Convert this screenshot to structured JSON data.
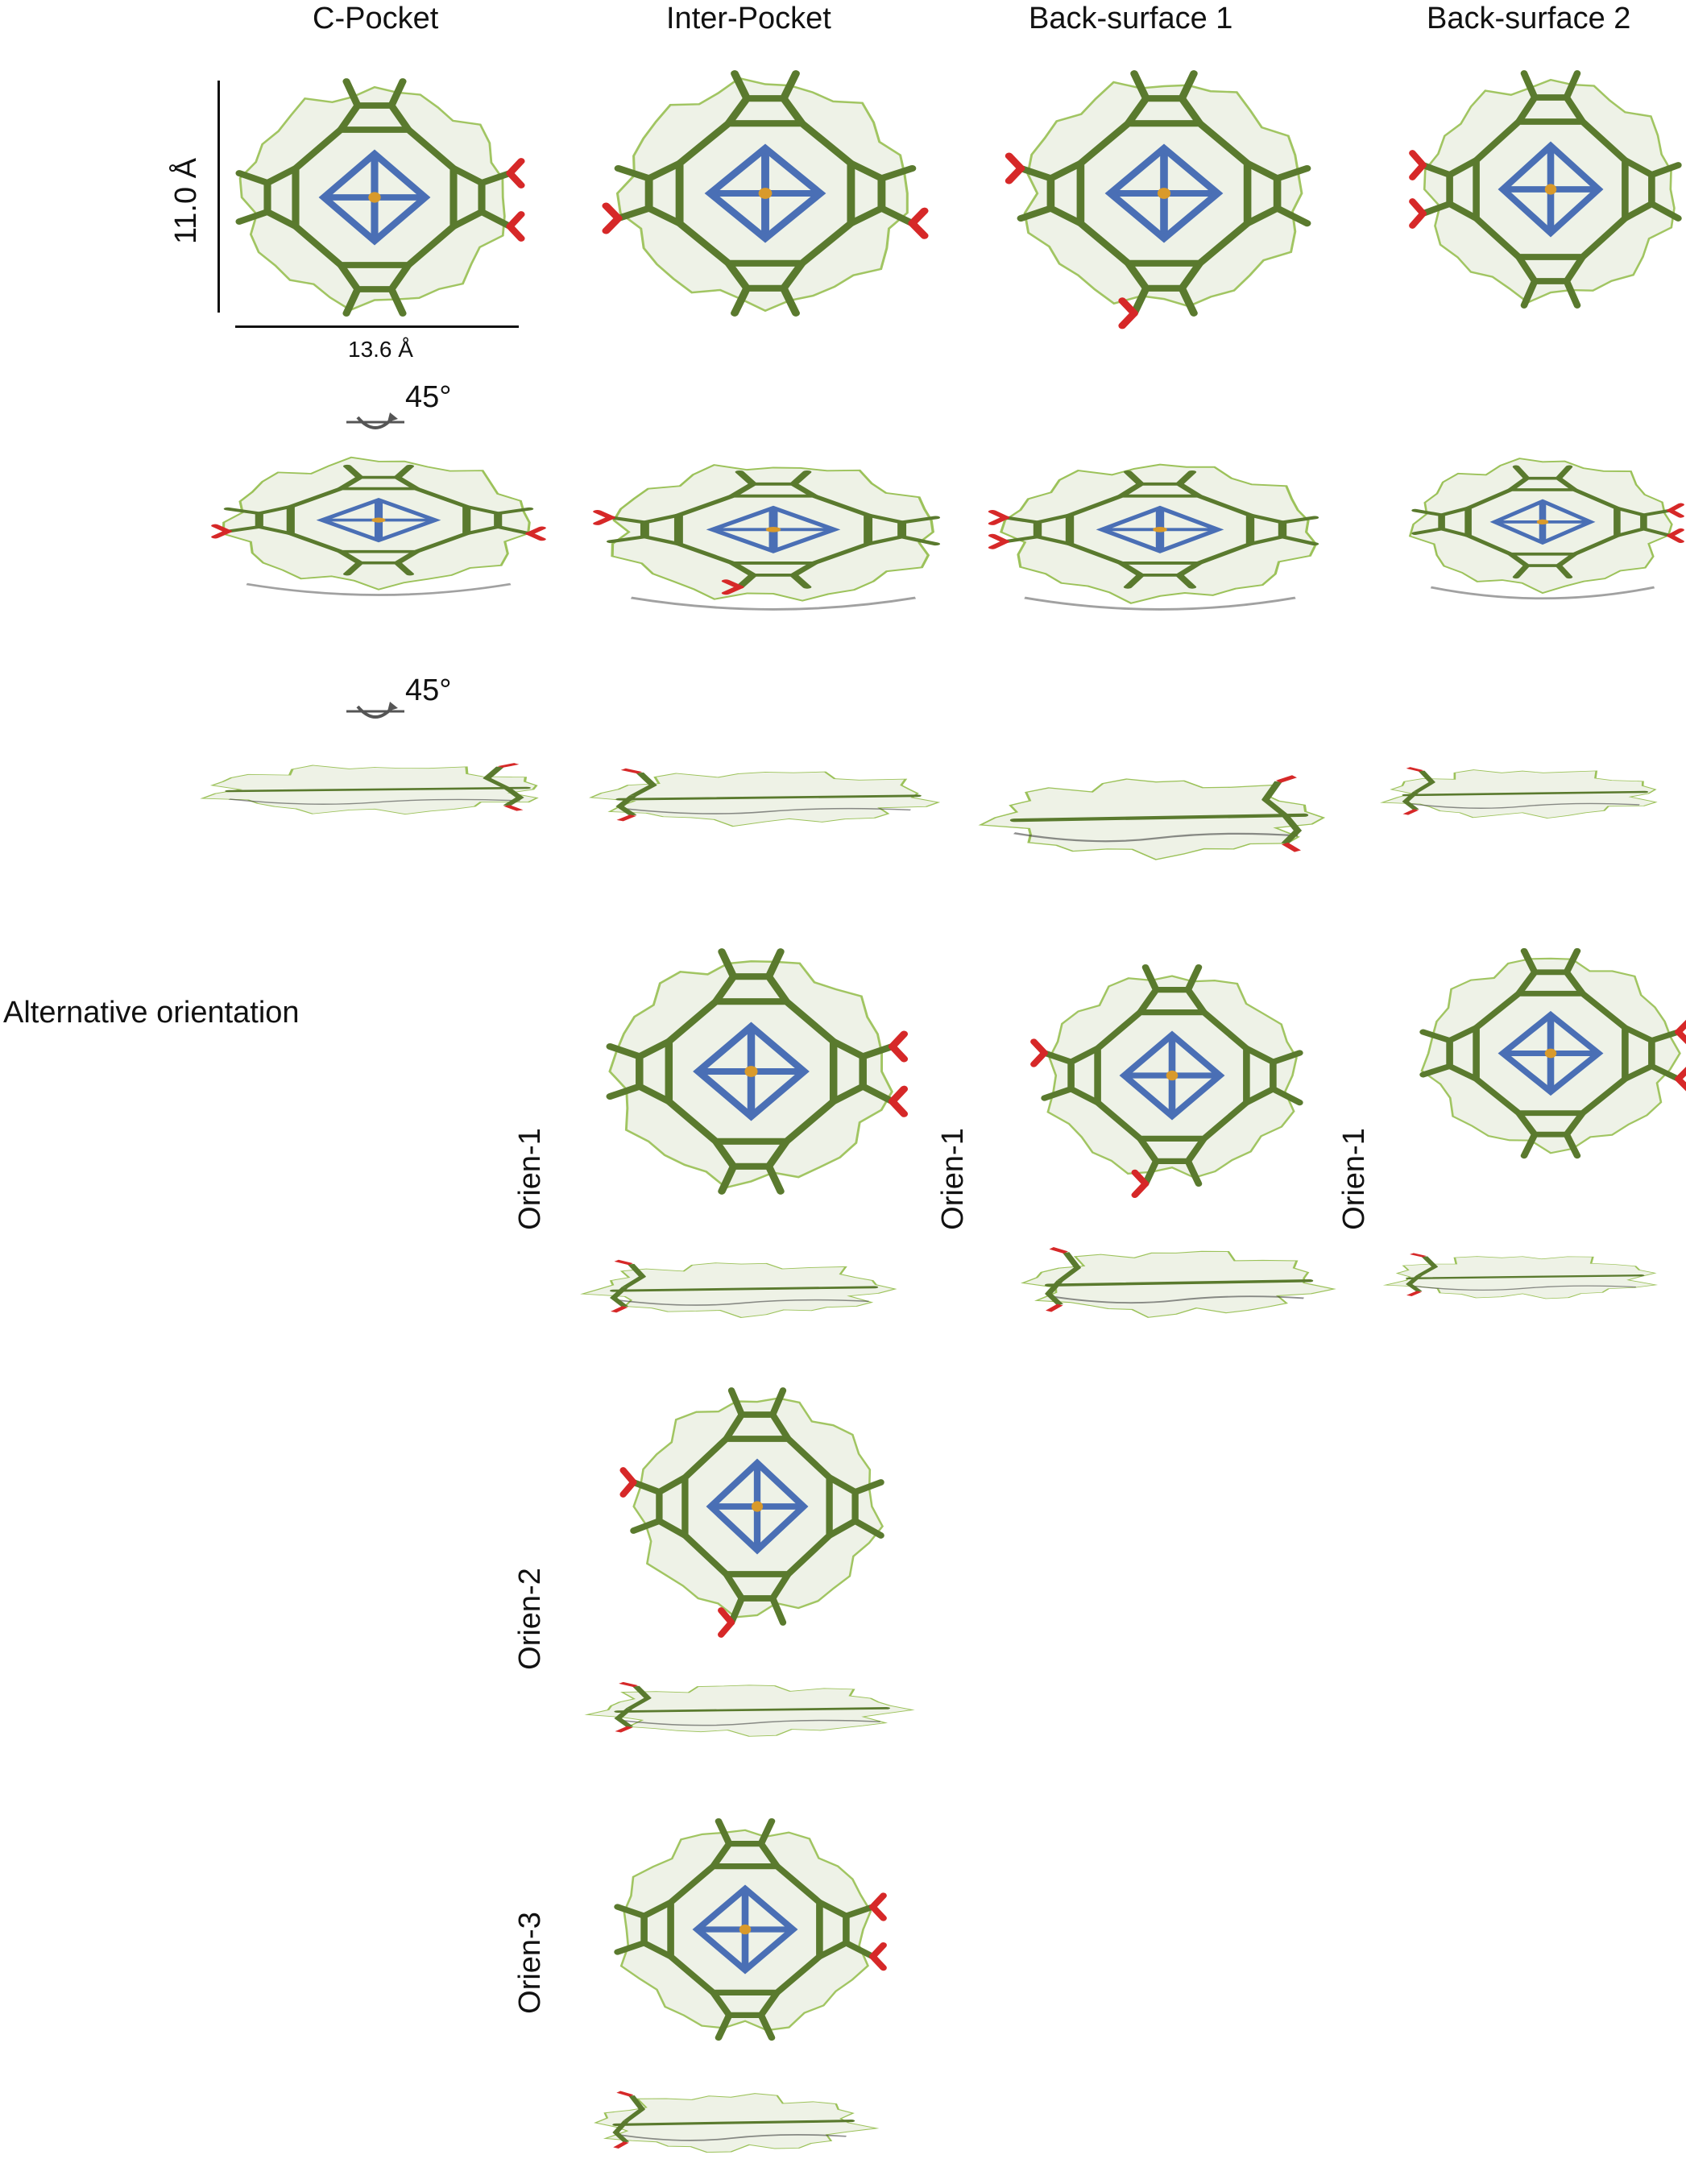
{
  "columns": [
    "C-Pocket",
    "Inter-Pocket",
    "Back-surface 1",
    "Back-surface 2"
  ],
  "scale": {
    "height_label": "11.0 Å",
    "width_label": "13.6 Å"
  },
  "rotation": [
    "45°",
    "45°"
  ],
  "section_label": "Alternative orientation",
  "orientations": {
    "inter": [
      "Orien-1",
      "Orien-2",
      "Orien-3"
    ],
    "back1": [
      "Orien-1"
    ],
    "back2": [
      "Orien-1"
    ]
  },
  "colors": {
    "carbon": "#5a7a2e",
    "nitrogen": "#4a6fb5",
    "oxygen": "#d62828",
    "iron": "#d99a2b",
    "density": "#eef2e6",
    "density_edge": "#9cc25a"
  }
}
